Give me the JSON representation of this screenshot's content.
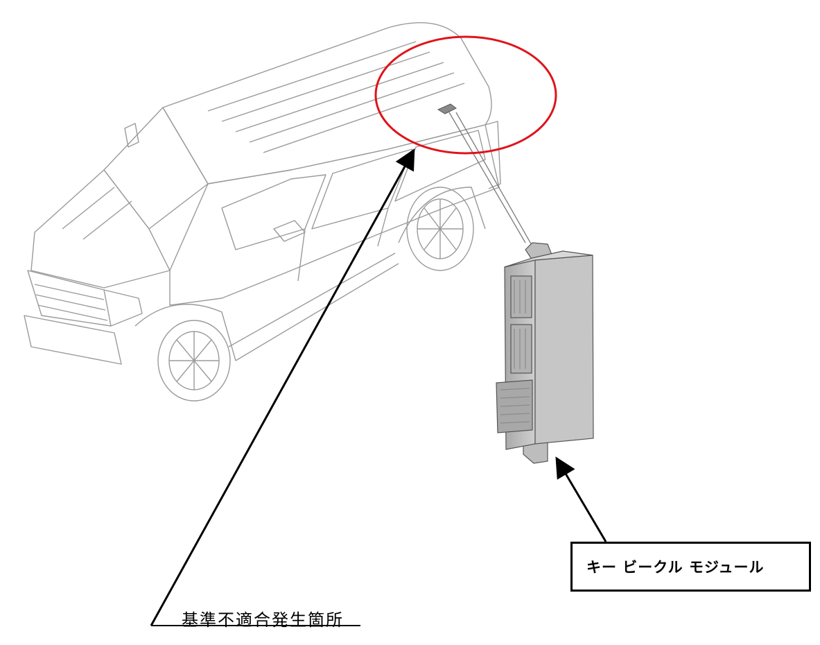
{
  "labels": {
    "module_name": "キー ビークル モジュール",
    "defect_location": "基準不適合発生箇所"
  },
  "colors": {
    "highlight": "#e0131b",
    "arrow": "#000000",
    "vehicle_line": "#9a9a9a",
    "module_fill": "#c4c4c4"
  },
  "icons": [
    "vehicle-illustration",
    "module-illustration",
    "highlight-circle",
    "arrow"
  ]
}
